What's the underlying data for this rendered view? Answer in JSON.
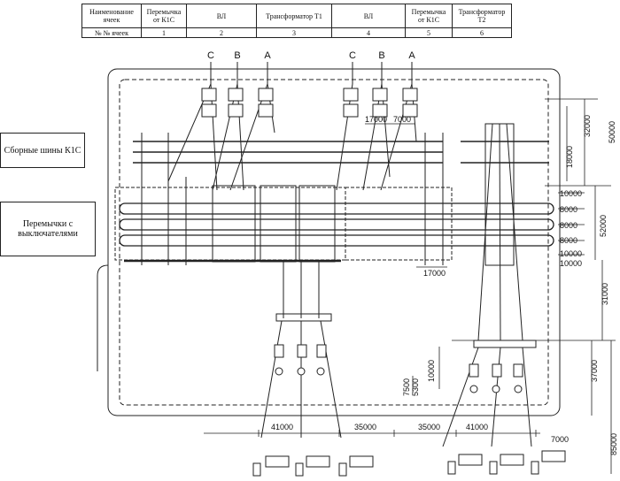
{
  "table": {
    "header_label": "Наименование ячеек",
    "number_label": "№ № ячеек",
    "cells": [
      {
        "name": "Перемычка от К1С",
        "num": "1"
      },
      {
        "name": "ВЛ",
        "num": "2"
      },
      {
        "name": "Трансформатор Т1",
        "num": "3"
      },
      {
        "name": "ВЛ",
        "num": "4"
      },
      {
        "name": "Перемычка от К1С",
        "num": "5"
      },
      {
        "name": "Трансформатор Т2",
        "num": "6"
      }
    ]
  },
  "side_labels": {
    "bus": "Сборные шины К1С",
    "jumpers": "Перемычки с выключателями"
  },
  "phases": [
    "C",
    "B",
    "A"
  ],
  "dimensions": {
    "right_column": [
      "32000",
      "50000",
      "18000",
      "10000",
      "8000",
      "8000",
      "52000",
      "8000",
      "10000",
      "10000",
      "31000",
      "10000",
      "37000",
      "85000"
    ],
    "inner_top": [
      "17000",
      "7000"
    ],
    "inner_mid": "17000",
    "lower_left": [
      "7500",
      "5300"
    ],
    "bottom_row": [
      "41000",
      "35000",
      "35000",
      "41000",
      "7000"
    ]
  }
}
